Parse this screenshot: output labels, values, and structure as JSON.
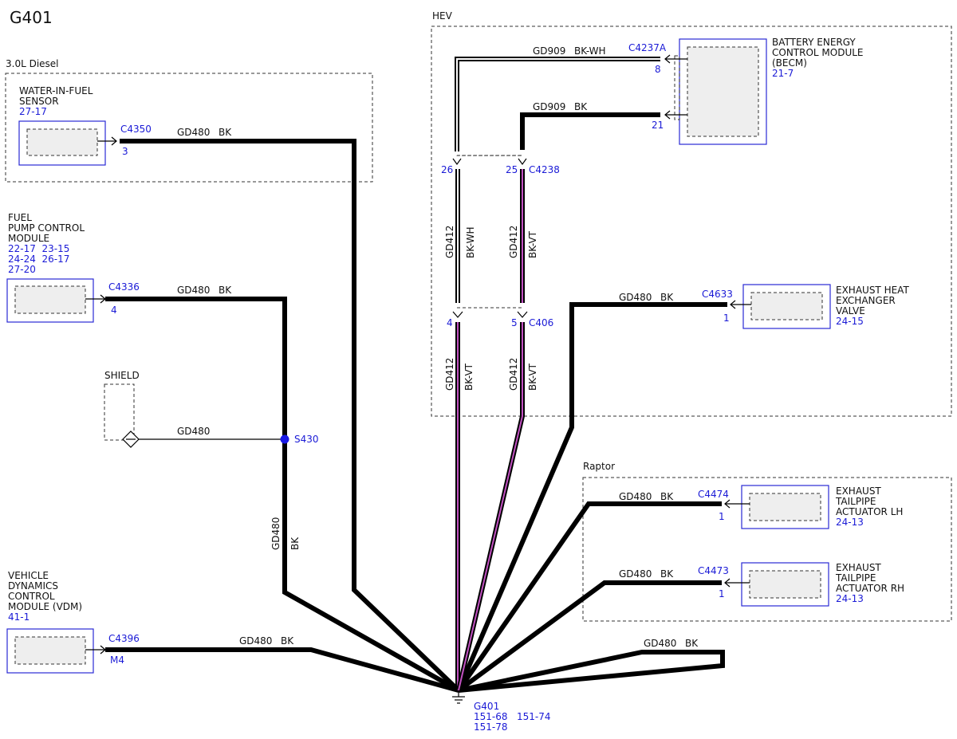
{
  "title": "G401",
  "groups": {
    "diesel": "3.0L Diesel",
    "hev": "HEV",
    "raptor": "Raptor"
  },
  "components": {
    "wif": {
      "name1": "WATER-IN-FUEL",
      "name2": "SENSOR",
      "ref": "27-17",
      "connector": "C4350",
      "pin": "3"
    },
    "fpcm": {
      "name1": "FUEL",
      "name2": "PUMP CONTROL",
      "name3": "MODULE",
      "refs": [
        "22-17  23-15",
        "24-24  26-17",
        "27-20"
      ],
      "connector": "C4336",
      "pin": "4"
    },
    "shield": {
      "name": "SHIELD"
    },
    "splice": {
      "name": "S430"
    },
    "vdm": {
      "name1": "VEHICLE",
      "name2": "DYNAMICS",
      "name3": "CONTROL",
      "name4": "MODULE (VDM)",
      "ref": "41-1",
      "connector": "C4396",
      "pin": "M4"
    },
    "becm": {
      "name1": "BATTERY ENERGY",
      "name2": "CONTROL MODULE",
      "name3": "(BECM)",
      "ref": "21-7",
      "connector": "C4237A",
      "pin_a": "8",
      "pin_b": "21"
    },
    "ehev": {
      "name1": "EXHAUST HEAT",
      "name2": "EXCHANGER",
      "name3": "VALVE",
      "ref": "24-15",
      "connector": "C4633",
      "pin": "1"
    },
    "etal": {
      "name1": "EXHAUST",
      "name2": "TAILPIPE",
      "name3": "ACTUATOR LH",
      "ref": "24-13",
      "connector": "C4474",
      "pin": "1"
    },
    "etar": {
      "name1": "EXHAUST",
      "name2": "TAILPIPE",
      "name3": "ACTUATOR RH",
      "ref": "24-13",
      "connector": "C4473",
      "pin": "1"
    },
    "c4238": {
      "connector": "C4238",
      "pin_a": "26",
      "pin_b": "25"
    },
    "c406": {
      "connector": "C406",
      "pin_a": "4",
      "pin_b": "5"
    },
    "ground": {
      "name": "G401",
      "refs": [
        "151-68",
        "151-74",
        "151-78"
      ]
    }
  },
  "wires": {
    "gd480": "GD480",
    "gd909": "GD909",
    "gd412": "GD412",
    "bk": "BK",
    "bkwh": "BK-WH",
    "bkvt": "BK-VT"
  },
  "colors": {
    "reference": "#1a1ad6",
    "module_border": "#2a2ad4",
    "splice": "#1a1ae6",
    "violet_stripe": "#c050c0"
  }
}
